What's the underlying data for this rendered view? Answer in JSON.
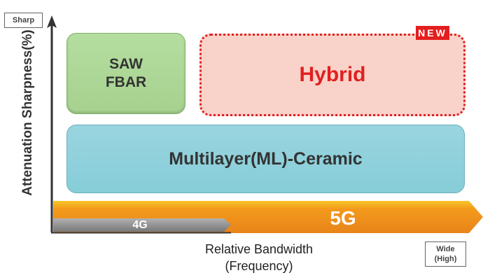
{
  "axes": {
    "y_label": "Attenuation Sharpness(%)",
    "y_end_tag": "Sharp",
    "x_label_line1": "Relative Bandwidth",
    "x_label_line2": "(Frequency)",
    "x_end_tag_line1": "Wide",
    "x_end_tag_line2": "(High)"
  },
  "blocks": {
    "saw_line1": "SAW",
    "saw_line2": "FBAR",
    "hybrid": "Hybrid",
    "new_badge": "NEW",
    "ml_ceramic": "Multilayer(ML)-Ceramic"
  },
  "bands": {
    "g5": "5G",
    "g4": "4G"
  },
  "colors": {
    "green": "#a9d391",
    "hybrid_fill": "#f9d2ca",
    "hybrid_border": "#e02020",
    "teal": "#8ccfda",
    "orange": "#f0931e",
    "gray": "#8a8a8a"
  }
}
